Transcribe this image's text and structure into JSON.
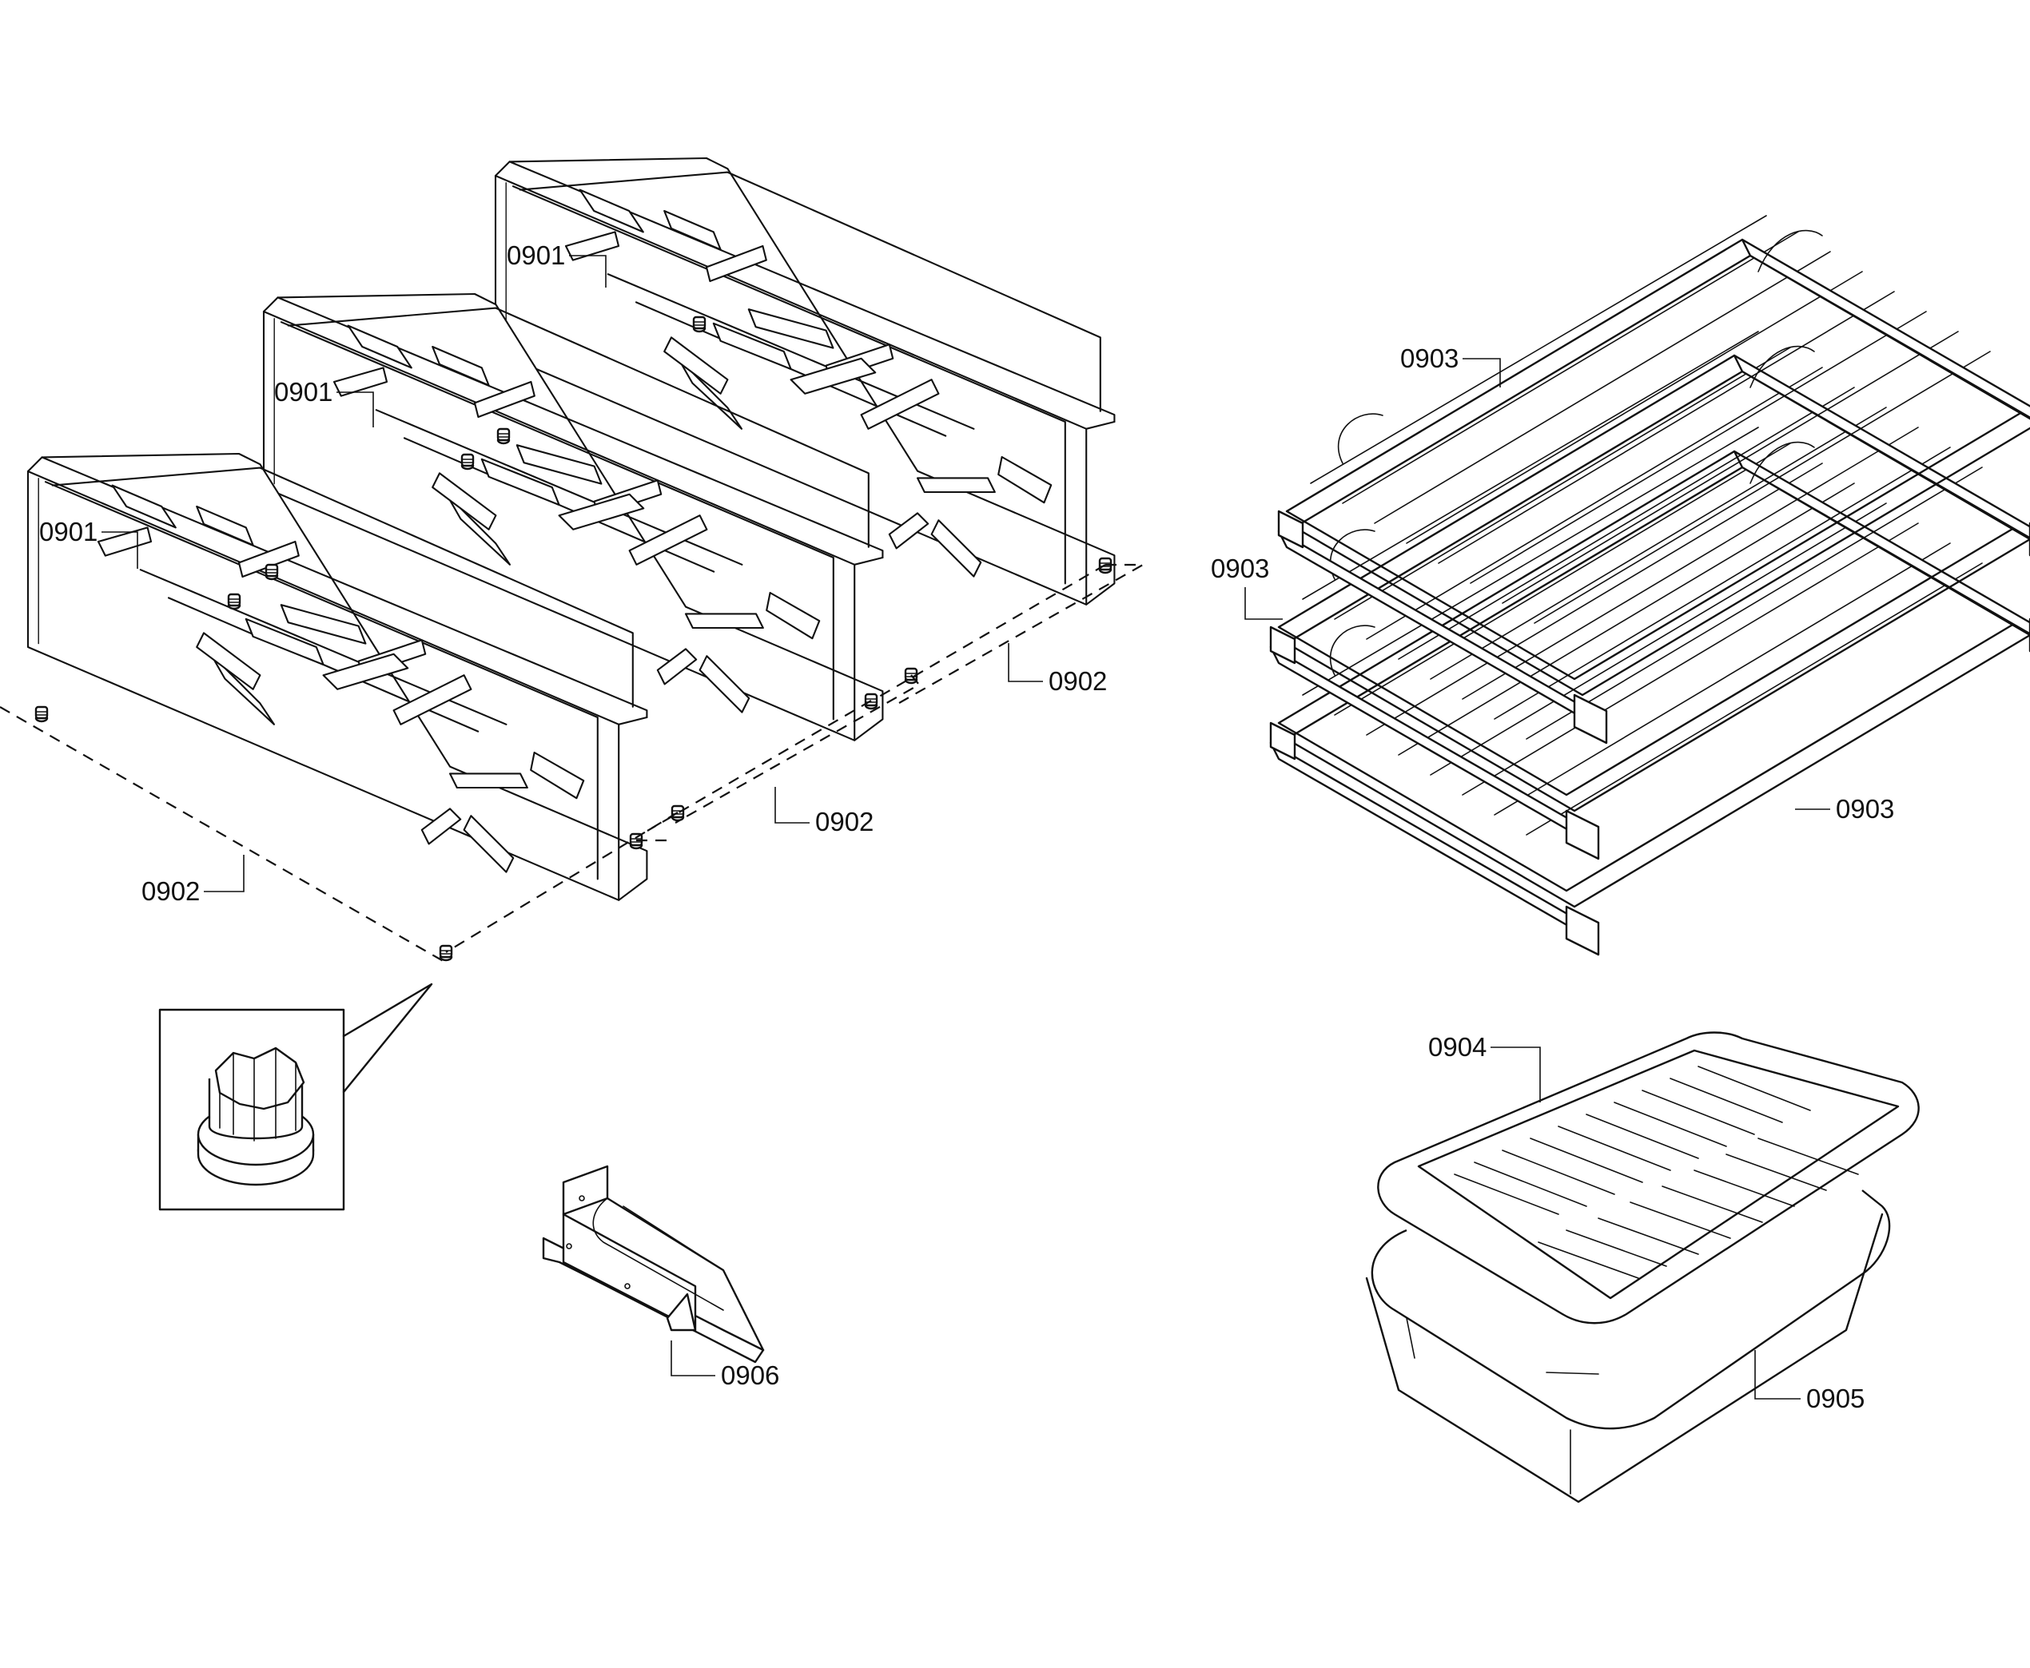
{
  "callouts": {
    "grate_rear": "0901",
    "grate_middle": "0901",
    "grate_front": "0901",
    "bumper_right": "0902",
    "bumper_middle": "0902",
    "bumper_left": "0902",
    "rack_top": "0903",
    "rack_middle": "0903",
    "rack_bottom": "0903",
    "broiler_grid": "0904",
    "broiler_pan": "0905",
    "bracket": "0906"
  },
  "icons": {
    "grate": "burner-grate-icon",
    "bumper": "rubber-foot-icon",
    "rack": "oven-rack-icon",
    "broiler": "broiler-pan-icon",
    "bracket": "bracket-icon"
  }
}
